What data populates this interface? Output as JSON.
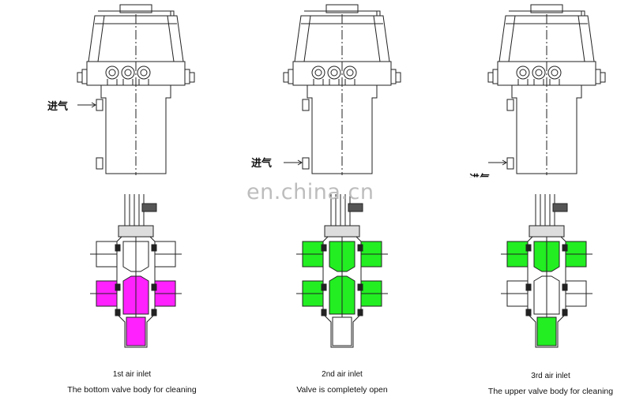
{
  "panels": [
    {
      "id": "bottom",
      "title": "1st air inlet",
      "subtitle": "The bottom valve body for cleaning",
      "air_label": "进气",
      "air_position": "lower-left",
      "fill_color": "#ff22ff",
      "highlighted": "lower"
    },
    {
      "id": "open",
      "title": "2nd air inlet",
      "subtitle": "Valve is completely open",
      "air_label": "进气",
      "air_position": "upper-left",
      "fill_color": "#22ee22",
      "highlighted": "both"
    },
    {
      "id": "upper",
      "title": "3rd air inlet",
      "subtitle": "The upper valve body for cleaning",
      "air_label": "进气",
      "air_position": "partially hidden",
      "fill_color": "#22ee22",
      "highlighted": "upper"
    }
  ],
  "watermark": "en.china.cn",
  "colors": {
    "line": "#222222",
    "magenta": "#ff22ff",
    "green": "#22ee22",
    "white_band": "#ffffff"
  }
}
